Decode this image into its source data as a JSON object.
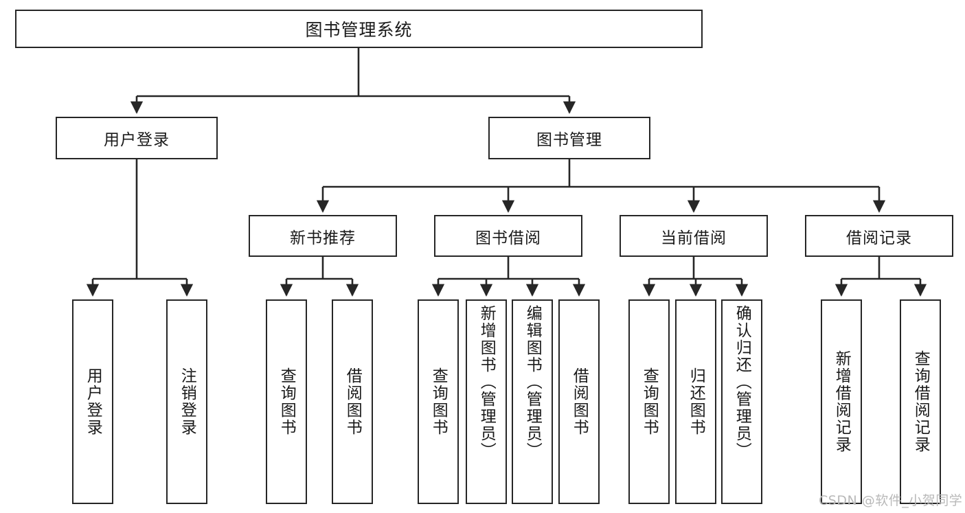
{
  "diagram": {
    "title_node": {
      "label": "图书管理系统"
    },
    "level1": [
      {
        "id": "user-login",
        "label": "用户登录"
      },
      {
        "id": "book-manage",
        "label": "图书管理"
      }
    ],
    "level2": [
      {
        "id": "new-book-recommend",
        "label": "新书推荐"
      },
      {
        "id": "book-borrow",
        "label": "图书借阅"
      },
      {
        "id": "current-borrow",
        "label": "当前借阅"
      },
      {
        "id": "borrow-record",
        "label": "借阅记录"
      }
    ],
    "leaves": [
      {
        "id": "leaf-user-login",
        "label": "用户登录",
        "parent": "user-login"
      },
      {
        "id": "leaf-logout-login",
        "label": "注销登录",
        "parent": "user-login"
      },
      {
        "id": "leaf-query-book-1",
        "label": "查询图书",
        "parent": "new-book-recommend"
      },
      {
        "id": "leaf-borrow-book-1",
        "label": "借阅图书",
        "parent": "new-book-recommend"
      },
      {
        "id": "leaf-query-book-2",
        "label": "查询图书",
        "parent": "book-borrow"
      },
      {
        "id": "leaf-add-book",
        "label": "新增图书（管理员）",
        "parent": "book-borrow"
      },
      {
        "id": "leaf-edit-book",
        "label": "编辑图书（管理员）",
        "parent": "book-borrow"
      },
      {
        "id": "leaf-borrow-book-2",
        "label": "借阅图书",
        "parent": "book-borrow"
      },
      {
        "id": "leaf-query-book-3",
        "label": "查询图书",
        "parent": "current-borrow"
      },
      {
        "id": "leaf-return-book",
        "label": "归还图书",
        "parent": "current-borrow"
      },
      {
        "id": "leaf-confirm-return",
        "label": "确认归还（管理员）",
        "parent": "current-borrow"
      },
      {
        "id": "leaf-add-record",
        "label": "新增借阅记录",
        "parent": "borrow-record"
      },
      {
        "id": "leaf-query-record",
        "label": "查询借阅记录",
        "parent": "borrow-record"
      }
    ]
  },
  "watermark": {
    "text": "CSDN @软件_小贺同学"
  },
  "colors": {
    "stroke": "#262626",
    "box_fill": "#ffffff",
    "text": "#1a1a1a",
    "watermark": "#b9b9b9",
    "background": "#ffffff"
  }
}
